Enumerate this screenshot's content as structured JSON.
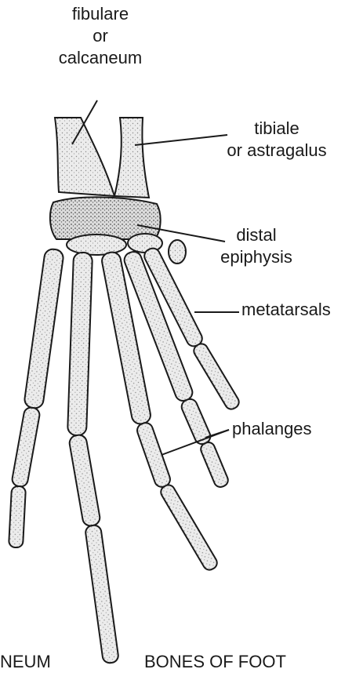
{
  "labels": {
    "fibulare": [
      "fibulare",
      "or",
      "calcaneum"
    ],
    "tibiale": [
      "tibiale",
      "or astragalus"
    ],
    "distal": [
      "distal",
      "epiphysis"
    ],
    "metatarsals": "metatarsals",
    "phalanges": "phalanges"
  },
  "captions": {
    "left": "NEUM",
    "right": "BONES OF FOOT"
  },
  "colors": {
    "ink": "#1a1a1a",
    "bone_fill": "#e9e9e9",
    "background": "#ffffff"
  }
}
